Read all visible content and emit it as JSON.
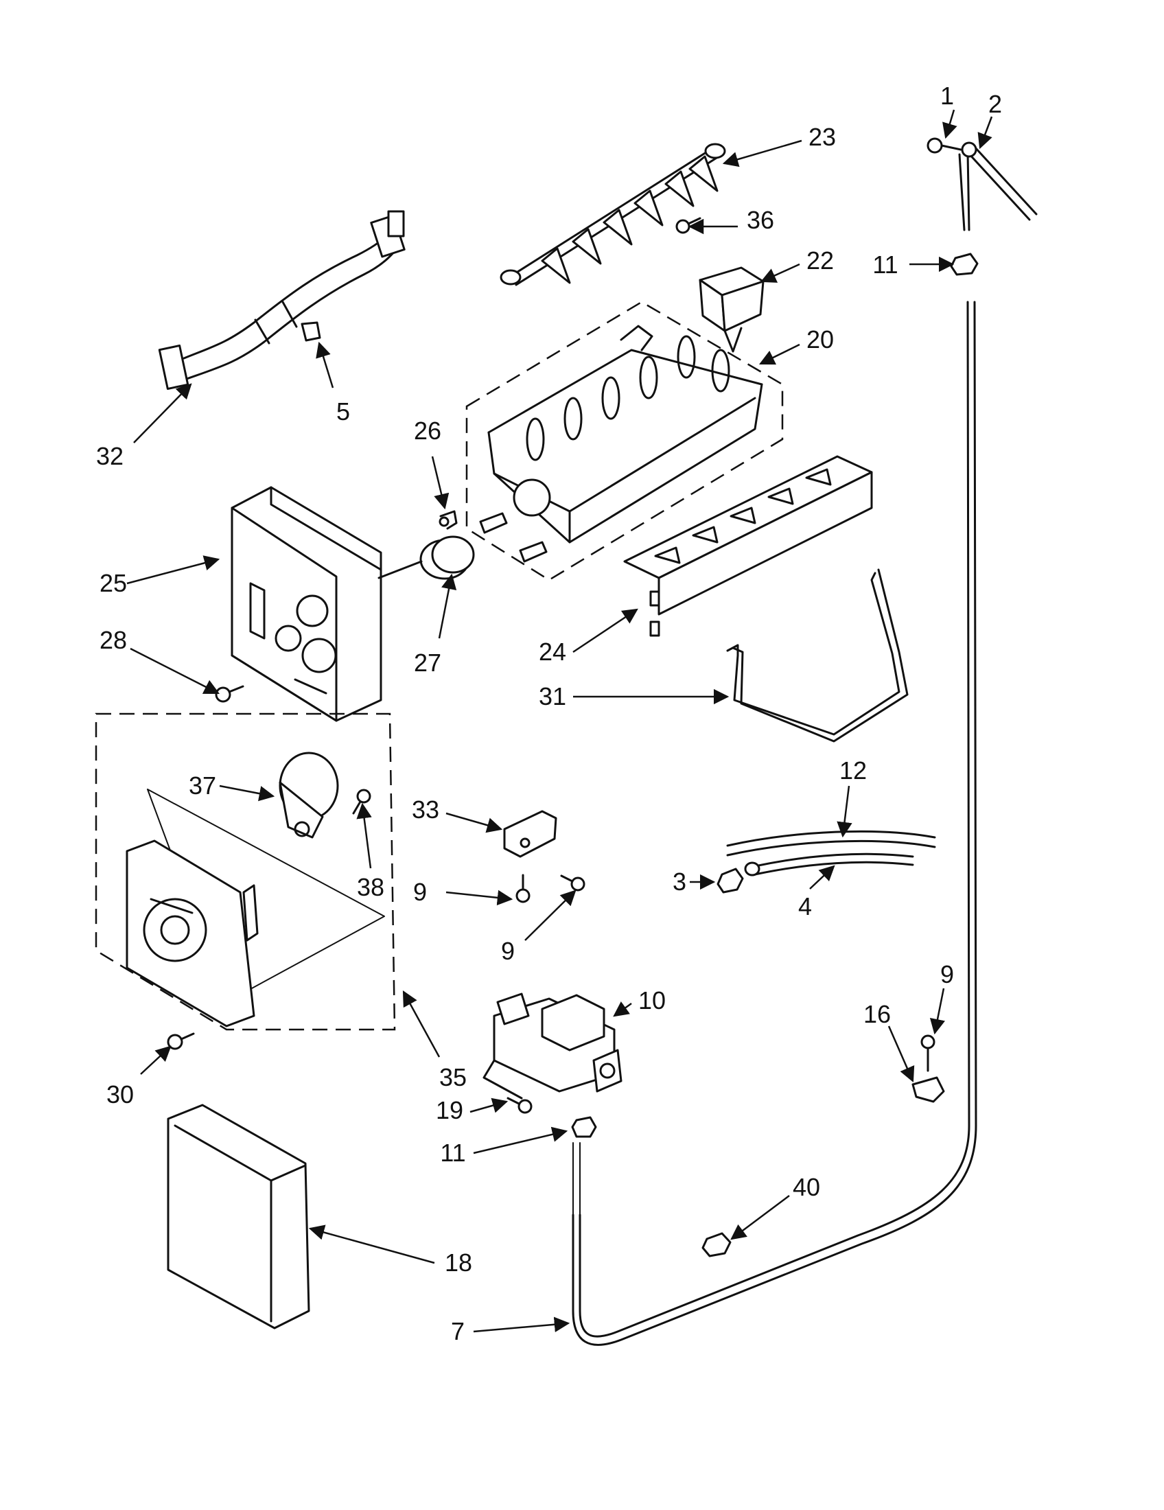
{
  "callouts": [
    {
      "id": "c1",
      "label": "1"
    },
    {
      "id": "c2",
      "label": "2"
    },
    {
      "id": "c3",
      "label": "3"
    },
    {
      "id": "c4",
      "label": "4"
    },
    {
      "id": "c5",
      "label": "5"
    },
    {
      "id": "c7",
      "label": "7"
    },
    {
      "id": "c9a",
      "label": "9"
    },
    {
      "id": "c9b",
      "label": "9"
    },
    {
      "id": "c9c",
      "label": "9"
    },
    {
      "id": "c10",
      "label": "10"
    },
    {
      "id": "c11a",
      "label": "11"
    },
    {
      "id": "c11b",
      "label": "11"
    },
    {
      "id": "c12",
      "label": "12"
    },
    {
      "id": "c16",
      "label": "16"
    },
    {
      "id": "c18",
      "label": "18"
    },
    {
      "id": "c19",
      "label": "19"
    },
    {
      "id": "c20",
      "label": "20"
    },
    {
      "id": "c22",
      "label": "22"
    },
    {
      "id": "c23",
      "label": "23"
    },
    {
      "id": "c24",
      "label": "24"
    },
    {
      "id": "c25",
      "label": "25"
    },
    {
      "id": "c26",
      "label": "26"
    },
    {
      "id": "c27",
      "label": "27"
    },
    {
      "id": "c28",
      "label": "28"
    },
    {
      "id": "c30",
      "label": "30"
    },
    {
      "id": "c31",
      "label": "31"
    },
    {
      "id": "c32",
      "label": "32"
    },
    {
      "id": "c33",
      "label": "33"
    },
    {
      "id": "c35",
      "label": "35"
    },
    {
      "id": "c36",
      "label": "36"
    },
    {
      "id": "c37",
      "label": "37"
    },
    {
      "id": "c38",
      "label": "38"
    },
    {
      "id": "c40",
      "label": "40"
    }
  ]
}
